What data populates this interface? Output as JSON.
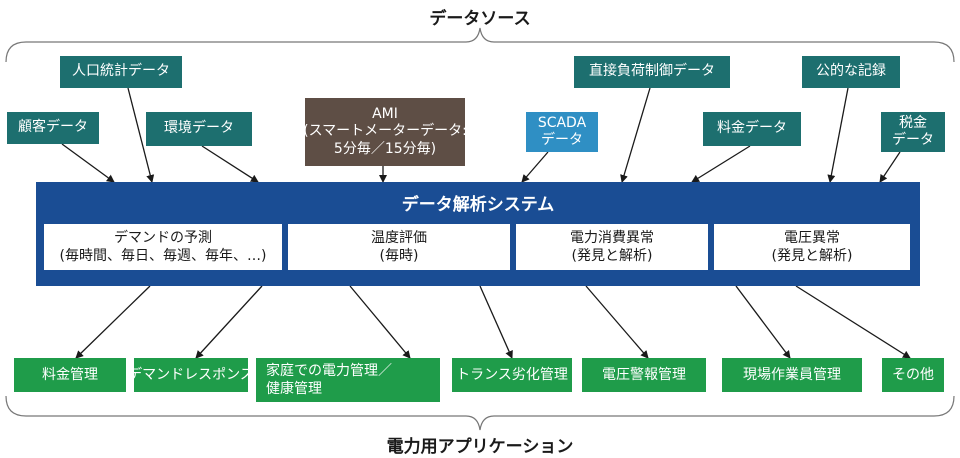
{
  "header_label": "データソース",
  "footer_label": "電力用アプリケーション",
  "sources": {
    "customer": "顧客データ",
    "census": "人口統計データ",
    "environment": "環境データ",
    "ami_line1": "AMI",
    "ami_line2": "(スマートメーターデータ:",
    "ami_line3": "5分毎／15分毎)",
    "scada_line1": "SCADA",
    "scada_line2": "データ",
    "dlc": "直接負荷制御データ",
    "rate": "料金データ",
    "public": "公的な記録",
    "tax_line1": "税金",
    "tax_line2": "データ"
  },
  "system": {
    "title": "データ解析システム",
    "modules": {
      "demand_line1": "デマンドの予測",
      "demand_line2": "(毎時間、毎日、毎週、毎年、…)",
      "temp_line1": "温度評価",
      "temp_line2": "(毎時)",
      "consumption_line1": "電力消費異常",
      "consumption_line2": "(発見と解析)",
      "voltage_line1": "電圧異常",
      "voltage_line2": "(発見と解析)"
    }
  },
  "applications": {
    "billing": "料金管理",
    "dr": "デマンドレスポンス",
    "home_line1": "家庭での電力管理／",
    "home_line2": "健康管理",
    "transformer": "トランス劣化管理",
    "voltage_alarm": "電圧警報管理",
    "workforce": "現場作業員管理",
    "other": "その他"
  },
  "colors": {
    "source_teal": "#1d6f6f",
    "ami_brown": "#5e4e45",
    "scada_blue": "#2f8fc4",
    "system_navy": "#1a4d94",
    "application_green": "#1f9c4a"
  }
}
